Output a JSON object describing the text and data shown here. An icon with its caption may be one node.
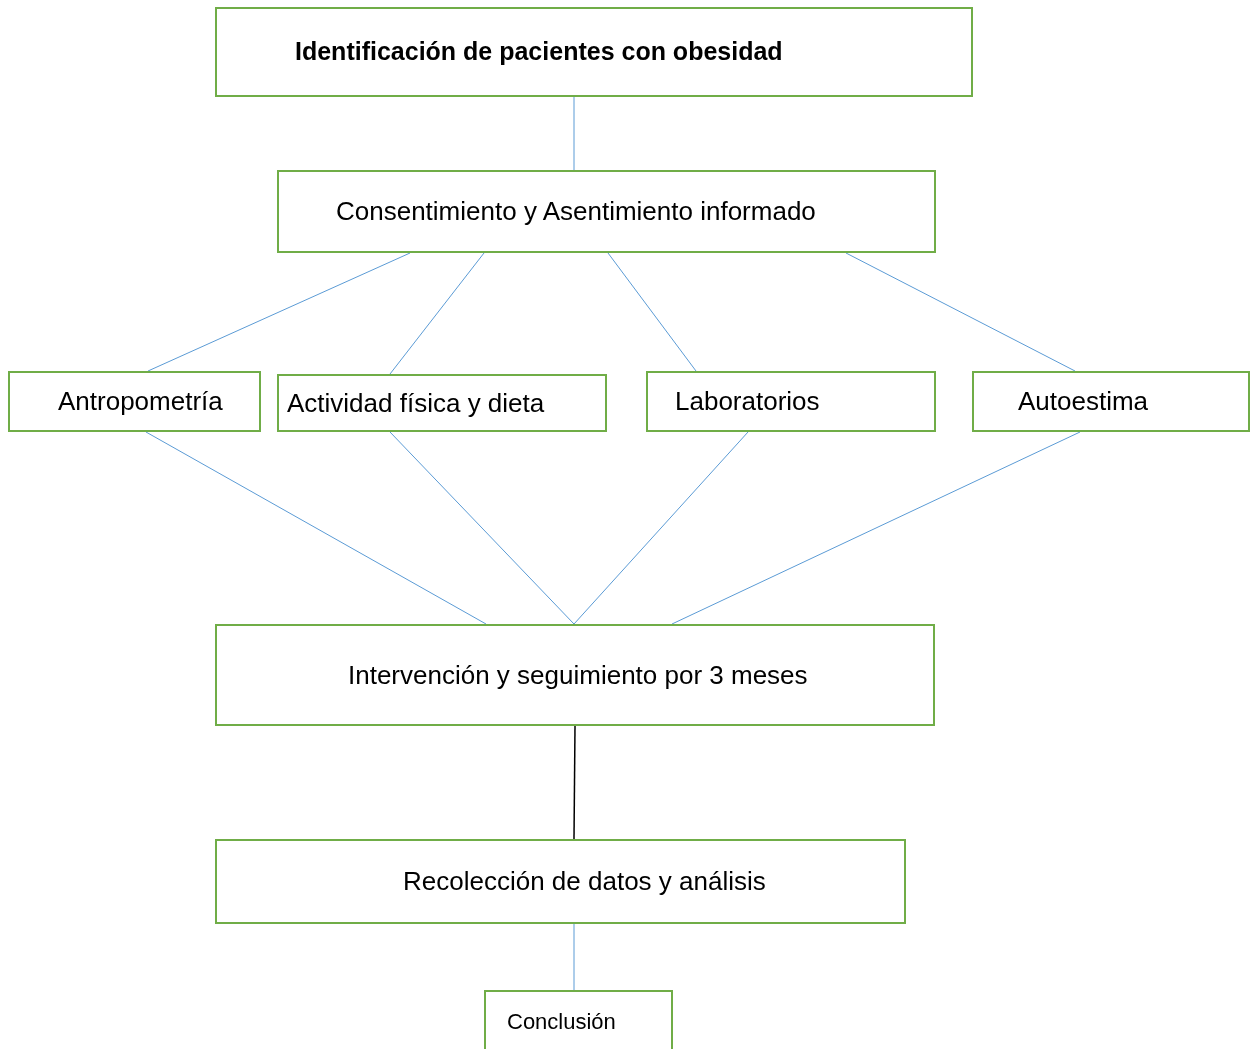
{
  "diagram": {
    "nodes": [
      {
        "text": [
          "Identificación de pacientes con obesidad"
        ]
      },
      {
        "text": [
          "Consentimiento y Asentimiento informado"
        ]
      },
      {
        "text": [
          "Antropometría"
        ]
      },
      {
        "text": [
          "Actividad física y dieta"
        ]
      },
      {
        "text": [
          "Laboratorios"
        ]
      },
      {
        "text": [
          "Autoestima"
        ]
      },
      {
        "text": [
          "Intervención y seguimiento por 3 meses"
        ]
      },
      {
        "text": [
          "Recolección de datos y análisis"
        ]
      },
      {
        "text": [
          "Conclusión"
        ]
      }
    ],
    "edges": [
      {
        "from": 0,
        "to": 1,
        "arrow": "none"
      },
      {
        "from": 1,
        "to": 2,
        "arrow": "none"
      },
      {
        "from": 1,
        "to": 3,
        "arrow": "none"
      },
      {
        "from": 1,
        "to": 4,
        "arrow": "none"
      },
      {
        "from": 1,
        "to": 5,
        "arrow": "none"
      },
      {
        "from": 2,
        "to": 6,
        "arrow": "none"
      },
      {
        "from": 3,
        "to": 6,
        "arrow": "none"
      },
      {
        "from": 4,
        "to": 6,
        "arrow": "none"
      },
      {
        "from": 5,
        "to": 6,
        "arrow": "none"
      },
      {
        "from": 6,
        "to": 7,
        "arrow": "none",
        "color": "#000000"
      },
      {
        "from": 7,
        "to": 8,
        "arrow": "none"
      }
    ]
  }
}
